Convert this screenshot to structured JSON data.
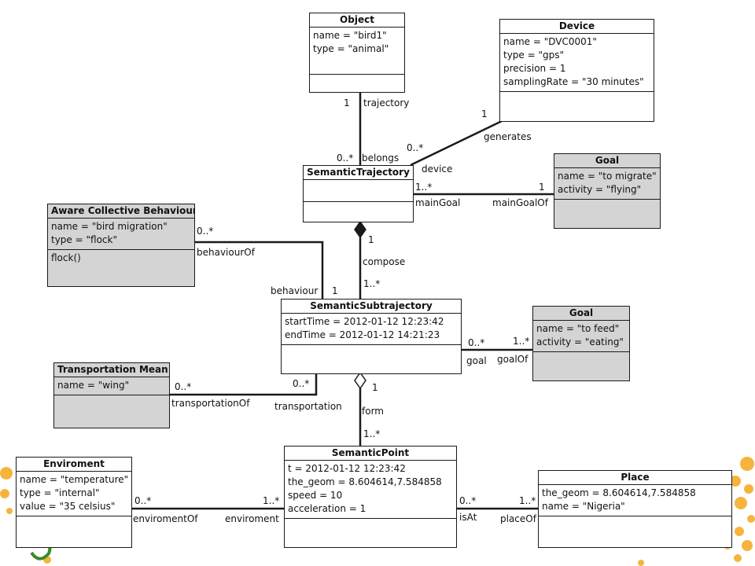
{
  "classes": {
    "object": {
      "name": "Object",
      "attrs": [
        "name = \"bird1\"",
        "type = \"animal\""
      ]
    },
    "device": {
      "name": "Device",
      "attrs": [
        "name = \"DVC0001\"",
        "type = \"gps\"",
        "precision = 1",
        "samplingRate = \"30 minutes\""
      ]
    },
    "semantic_trajectory": {
      "name": "SemanticTrajectory",
      "attrs": []
    },
    "goal_migrate": {
      "name": "Goal",
      "attrs": [
        "name = \"to migrate\"",
        "activity = \"flying\""
      ]
    },
    "aware_collective_behaviour": {
      "name": "Aware Collective Behaviour",
      "attrs": [
        "name = \"bird migration\"",
        "type = \"flock\""
      ],
      "ops": [
        "flock()"
      ]
    },
    "semantic_subtrajectory": {
      "name": "SemanticSubtrajectory",
      "attrs": [
        "startTime = 2012-01-12 12:23:42",
        "endTime = 2012-01-12 14:21:23"
      ]
    },
    "goal_feed": {
      "name": "Goal",
      "attrs": [
        "name = \"to feed\"",
        "activity = \"eating\""
      ]
    },
    "transportation_mean": {
      "name": "Transportation Mean",
      "attrs": [
        "name = \"wing\""
      ]
    },
    "semantic_point": {
      "name": "SemanticPoint",
      "attrs": [
        "t = 2012-01-12 12:23:42",
        "the_geom = 8.604614,7.584858",
        "speed = 10",
        "acceleration = 1"
      ]
    },
    "enviroment": {
      "name": "Enviroment",
      "attrs": [
        "name = \"temperature\"",
        "type = \"internal\"",
        "value = \"35 celsius\""
      ]
    },
    "place": {
      "name": "Place",
      "attrs": [
        "the_geom = 8.604614,7.584858",
        "name = \"Nigeria\""
      ]
    }
  },
  "associations": {
    "object_trajectory": {
      "object_mult": "1",
      "object_role": "trajectory",
      "trajectory_mult": "0..*",
      "trajectory_role": "belongs"
    },
    "device_trajectory": {
      "device_mult": "1",
      "device_role": "generates",
      "trajectory_mult": "0..*",
      "trajectory_role": "device"
    },
    "trajectory_goal": {
      "trajectory_mult": "1..*",
      "trajectory_role": "mainGoal",
      "goal_mult": "1",
      "goal_role": "mainGoalOf"
    },
    "trajectory_subtrajectory": {
      "trajectory_mult": "1",
      "label": "compose",
      "subtrajectory_mult": "1..*"
    },
    "behaviour_subtrajectory": {
      "behaviour_mult": "0..*",
      "behaviour_role": "behaviourOf",
      "subtrajectory_mult": "1",
      "subtrajectory_role": "behaviour"
    },
    "subtrajectory_goal": {
      "subtrajectory_mult": "0..*",
      "subtrajectory_role": "goal",
      "goal_mult": "1..*",
      "goal_role": "goalOf"
    },
    "transport_subtrajectory": {
      "transport_mult": "0..*",
      "transport_role": "transportationOf",
      "subtrajectory_mult": "0..*",
      "subtrajectory_role": "transportation"
    },
    "subtrajectory_point": {
      "subtrajectory_mult": "1",
      "label": "form",
      "point_mult": "1..*"
    },
    "enviroment_point": {
      "enviroment_mult": "0..*",
      "enviroment_role": "enviromentOf",
      "point_mult": "1..*",
      "point_role": "enviroment"
    },
    "point_place": {
      "point_mult": "0..*",
      "point_role": "isAt",
      "place_mult": "1..*",
      "place_role": "placeOf"
    }
  },
  "colors": {
    "instance_fill": "#ffffff",
    "context_fill": "#d4d4d4",
    "stroke": "#1a1a1a",
    "decor_orange": "#f5a81c",
    "decor_green": "#3a8a2a"
  }
}
